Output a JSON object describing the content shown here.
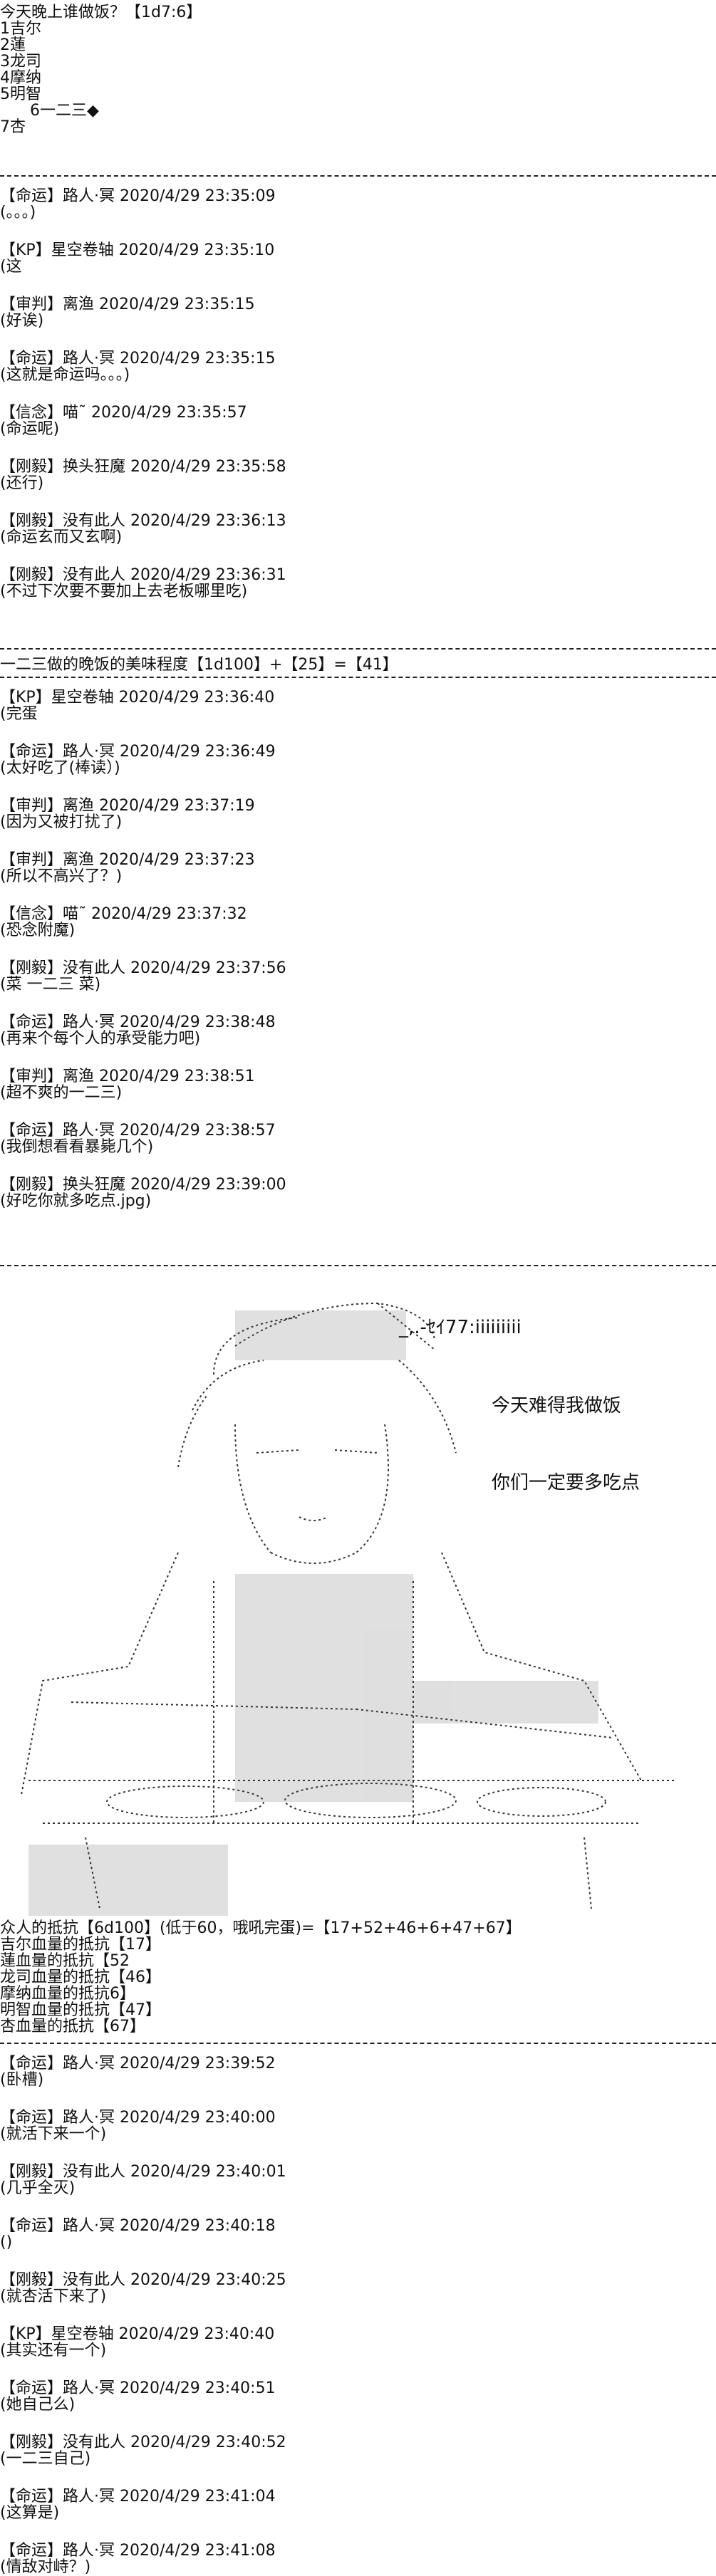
{
  "poll": {
    "header": "今天晚上谁做饭？【1d7:6】",
    "options": [
      "1吉尔",
      "2蓮",
      "3龙司",
      "4摩纳",
      "5明智",
      "      6一二三◆",
      "7杏"
    ]
  },
  "chat1": [
    {
      "head": "【命运】路人·冥 2020/4/29 23:35:09",
      "body": "(。。。)"
    },
    {
      "head": "【KP】星空卷轴 2020/4/29 23:35:10",
      "body": "(这"
    },
    {
      "head": "【审判】离渔 2020/4/29 23:35:15",
      "body": "(好诶)"
    },
    {
      "head": "【命运】路人·冥 2020/4/29 23:35:15",
      "body": "(这就是命运吗。。。)"
    },
    {
      "head": "【信念】喵˜ 2020/4/29 23:35:57",
      "body": "(命运呢)"
    },
    {
      "head": "【刚毅】换头狂魔 2020/4/29 23:35:58",
      "body": "(还行)"
    },
    {
      "head": "【刚毅】没有此人 2020/4/29 23:36:13",
      "body": "(命运玄而又玄啊)"
    },
    {
      "head": "【刚毅】没有此人 2020/4/29 23:36:31",
      "body": "(不过下次要不要加上去老板哪里吃)"
    }
  ],
  "roll_line": "一二三做的晚饭的美味程度【1d100】+【25】=【41】",
  "chat2": [
    {
      "head": "【KP】星空卷轴 2020/4/29 23:36:40",
      "body": "(完蛋"
    },
    {
      "head": "【命运】路人·冥 2020/4/29 23:36:49",
      "body": "(太好吃了(棒读）)"
    },
    {
      "head": "【审判】离渔 2020/4/29 23:37:19",
      "body": "(因为又被打扰了)"
    },
    {
      "head": "【审判】离渔 2020/4/29 23:37:23",
      "body": "(所以不高兴了？)"
    },
    {
      "head": "【信念】喵˜ 2020/4/29 23:37:32",
      "body": "(恐念附魔)"
    },
    {
      "head": "【刚毅】没有此人 2020/4/29 23:37:56",
      "body": "(菜 一二三 菜)"
    },
    {
      "head": "【命运】路人·冥 2020/4/29 23:38:48",
      "body": "(再来个每个人的承受能力吧)"
    },
    {
      "head": "【审判】离渔 2020/4/29 23:38:51",
      "body": "(超不爽的一二三)"
    },
    {
      "head": "【命运】路人·冥 2020/4/29 23:38:57",
      "body": "(我倒想看看暴毙几个)"
    },
    {
      "head": "【刚毅】换头狂魔 2020/4/29 23:39:00",
      "body": "(好吃你就多吃点.jpg)"
    }
  ],
  "aa": {
    "speech1": "今天难得我做饭",
    "speech2": "你们一定要多吃点",
    "hat_glyphs": "_,.-ｾｲ77:iiiiiiiii"
  },
  "resist": {
    "header": "众人的抵抗【6d100】(低于60，哦吼完蛋)=【17+52+46+6+47+67】",
    "rows": [
      "吉尔血量的抵抗【17】",
      "蓮血量的抵抗【52",
      "龙司血量的抵抗【46】",
      "摩纳血量的抵抗6】",
      "明智血量的抵抗【47】",
      "杏血量的抵抗【67】"
    ]
  },
  "chat3": [
    {
      "head": "【命运】路人·冥 2020/4/29 23:39:52",
      "body": "(卧槽)"
    },
    {
      "head": "【命运】路人·冥 2020/4/29 23:40:00",
      "body": "(就活下来一个)"
    },
    {
      "head": "【刚毅】没有此人 2020/4/29 23:40:01",
      "body": "(几乎全灭)"
    },
    {
      "head": "【命运】路人·冥 2020/4/29 23:40:18",
      "body": "()"
    },
    {
      "head": "【刚毅】没有此人 2020/4/29 23:40:25",
      "body": "(就杏活下来了)"
    },
    {
      "head": "【KP】星空卷轴 2020/4/29 23:40:40",
      "body": "(其实还有一个)"
    },
    {
      "head": "【命运】路人·冥 2020/4/29 23:40:51",
      "body": "(她自己么)"
    },
    {
      "head": "【刚毅】没有此人 2020/4/29 23:40:52",
      "body": "(一二三自己)"
    },
    {
      "head": "【命运】路人·冥 2020/4/29 23:41:04",
      "body": "(这算是)"
    },
    {
      "head": "【命运】路人·冥 2020/4/29 23:41:08",
      "body": "(情敌对峙？)"
    }
  ]
}
